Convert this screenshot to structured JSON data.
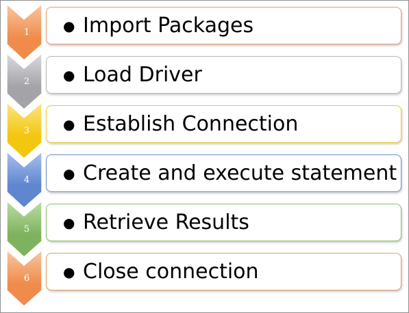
{
  "steps": [
    {
      "number": "1",
      "label": "Import Packages",
      "fill": "#ef8c4b",
      "fill_light": "#f9c7a1",
      "border": "#ee9c63"
    },
    {
      "number": "2",
      "label": "Load Driver",
      "fill": "#a3a3a8",
      "fill_light": "#dcdcdf",
      "border": "#b8b8bd"
    },
    {
      "number": "3",
      "label": "Establish Connection",
      "fill": "#f3c60f",
      "fill_light": "#fbe582",
      "border": "#f2cc2a"
    },
    {
      "number": "4",
      "label": "Create and execute statement",
      "fill": "#5f86cf",
      "fill_light": "#a9c1ec",
      "border": "#6c8fd0"
    },
    {
      "number": "5",
      "label": "Retrieve Results",
      "fill": "#7fb25e",
      "fill_light": "#bcdda7",
      "border": "#8cbf6c"
    },
    {
      "number": "6",
      "label": "Close connection",
      "fill": "#ef8c4b",
      "fill_light": "#f9c7a1",
      "border": "#ee9c63"
    }
  ]
}
